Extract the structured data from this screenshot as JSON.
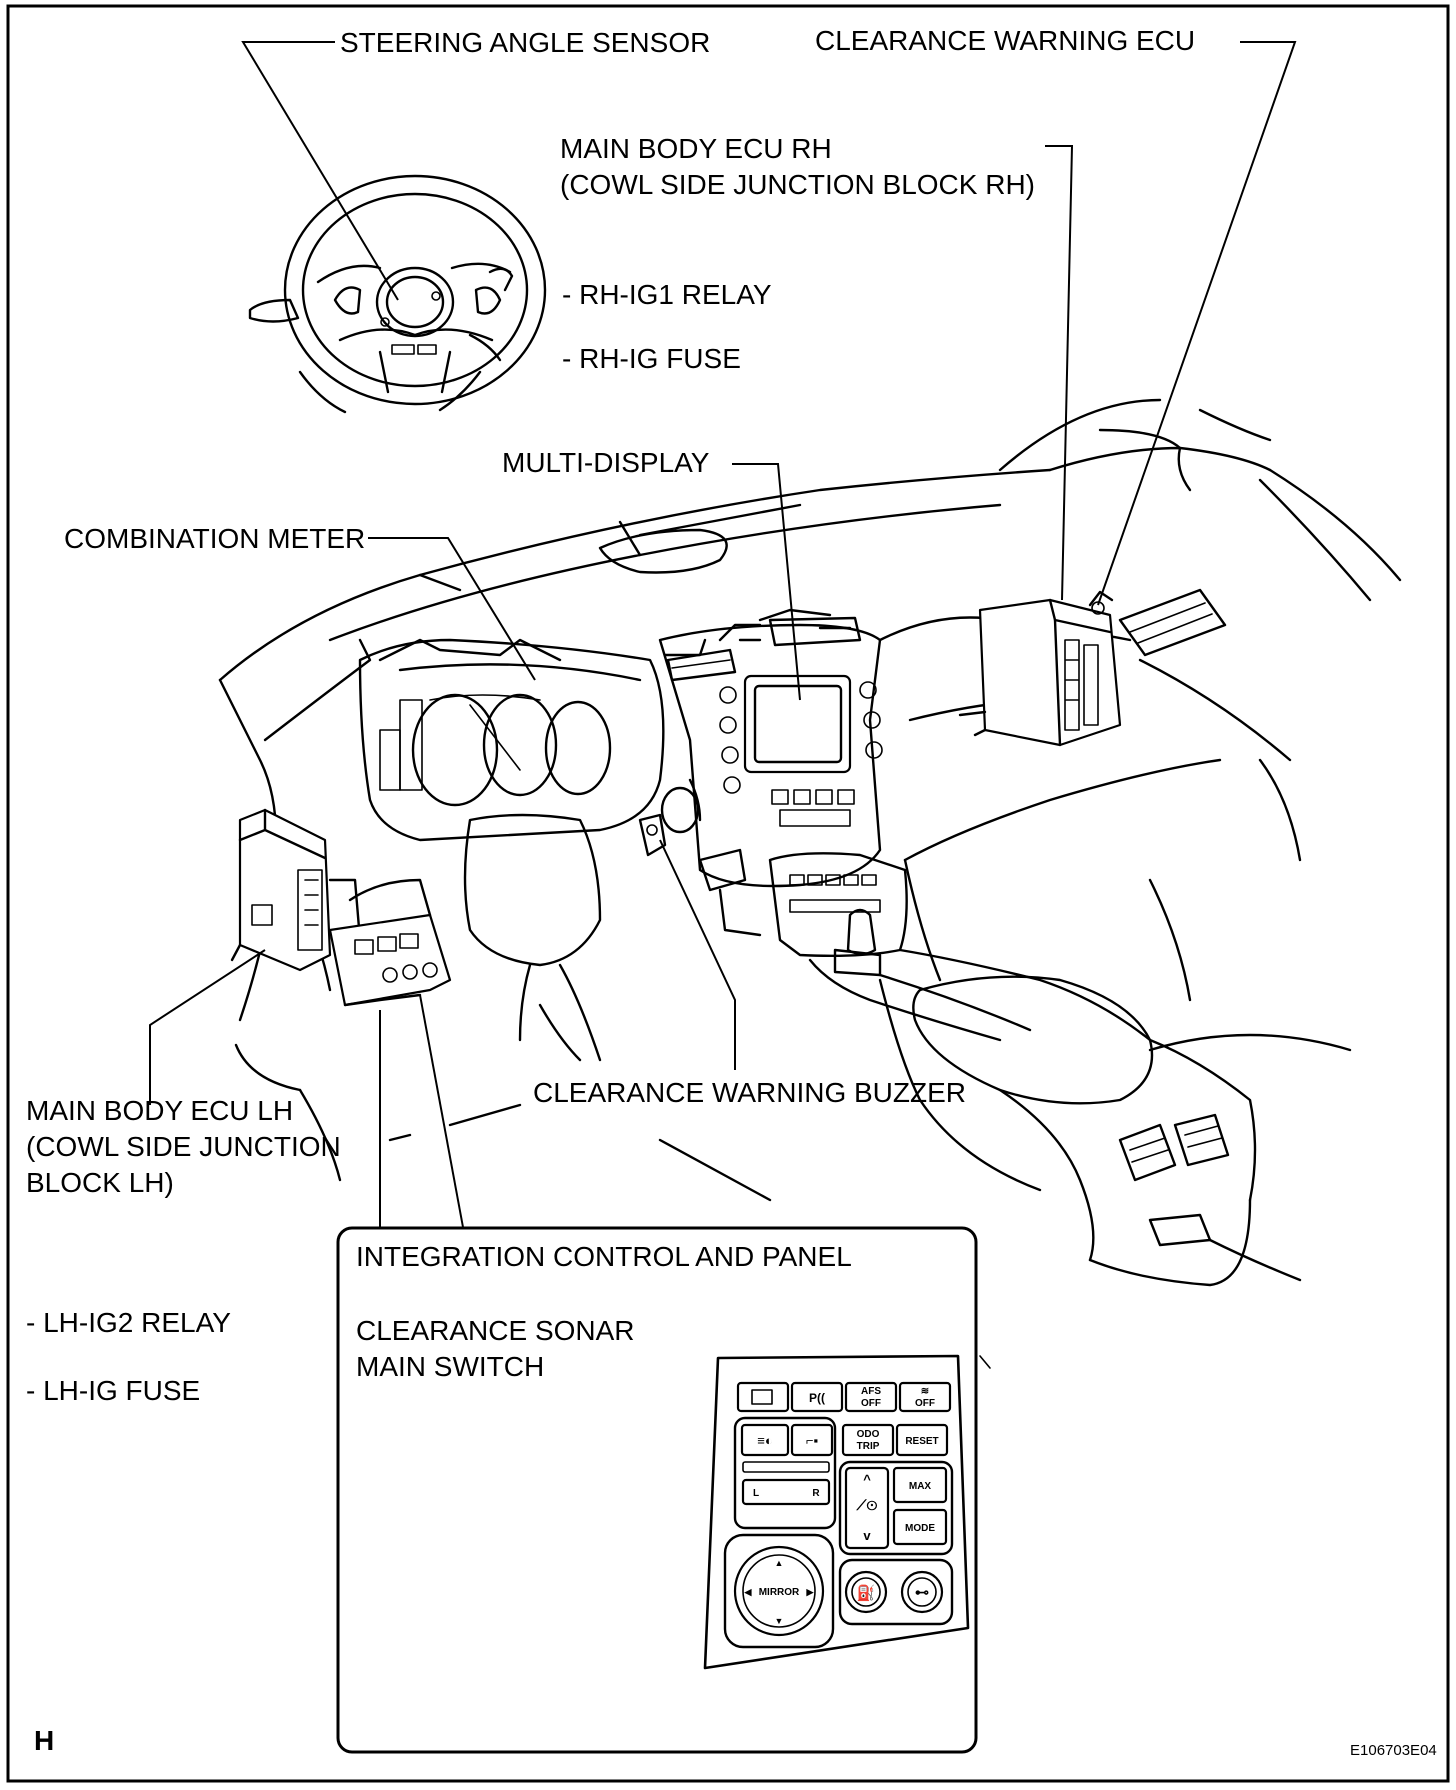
{
  "labels": {
    "steering_angle_sensor": "STEERING ANGLE SENSOR",
    "clearance_warning_ecu": "CLEARANCE WARNING ECU",
    "main_body_ecu_rh_line1": "MAIN BODY ECU RH",
    "main_body_ecu_rh_line2": "(COWL SIDE JUNCTION BLOCK RH)",
    "rh_ig1_relay": "- RH-IG1 RELAY",
    "rh_ig_fuse": "- RH-IG FUSE",
    "multi_display": "MULTI-DISPLAY",
    "combination_meter": "COMBINATION METER",
    "main_body_ecu_lh_line1": "MAIN BODY ECU LH",
    "main_body_ecu_lh_line2": "(COWL SIDE JUNCTION",
    "main_body_ecu_lh_line3": "BLOCK LH)",
    "clearance_warning_buzzer": "CLEARANCE WARNING BUZZER",
    "integration_control_panel": "INTEGRATION CONTROL AND PANEL",
    "clearance_sonar_line1": "CLEARANCE SONAR",
    "clearance_sonar_line2": "MAIN SWITCH",
    "lh_ig2_relay": "- LH-IG2 RELAY",
    "lh_ig_fuse": "- LH-IG FUSE",
    "corner_letter": "H",
    "figure_code": "E106703E04"
  },
  "panel_buttons": {
    "afs_off_1": "AFS",
    "afs_off_2": "OFF",
    "odo_1": "ODO",
    "odo_2": "TRIP",
    "reset": "RESET",
    "max": "MAX",
    "mode": "MODE",
    "mirror": "MIRROR",
    "left": "L",
    "right": "R",
    "off": "OFF"
  }
}
